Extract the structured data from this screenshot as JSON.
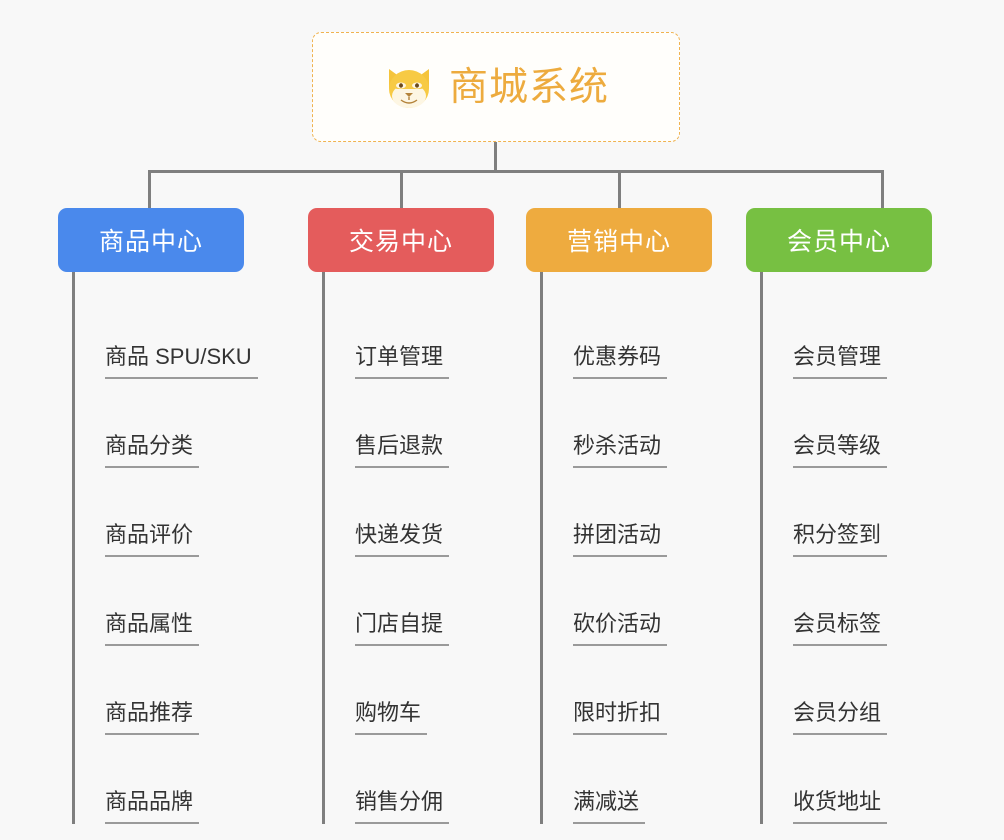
{
  "background_color": "#f8f8f8",
  "root": {
    "title": "商城系统",
    "icon": "dog-face-icon",
    "text_color": "#edab3e",
    "border_color": "#f0b350",
    "background_color": "#fffefb"
  },
  "connector_color": "#7f7f7f",
  "columns": [
    {
      "label": "商品中心",
      "color": "#4a89ec",
      "items": [
        "商品 SPU/SKU",
        "商品分类",
        "商品评价",
        "商品属性",
        "商品推荐",
        "商品品牌"
      ]
    },
    {
      "label": "交易中心",
      "color": "#e45c5c",
      "items": [
        "订单管理",
        "售后退款",
        "快递发货",
        "门店自提",
        "购物车",
        "销售分佣"
      ]
    },
    {
      "label": "营销中心",
      "color": "#eeab3f",
      "items": [
        "优惠券码",
        "秒杀活动",
        "拼团活动",
        "砍价活动",
        "限时折扣",
        "满减送"
      ]
    },
    {
      "label": "会员中心",
      "color": "#77c042",
      "items": [
        "会员管理",
        "会员等级",
        "积分签到",
        "会员标签",
        "会员分组",
        "收货地址"
      ]
    }
  ]
}
